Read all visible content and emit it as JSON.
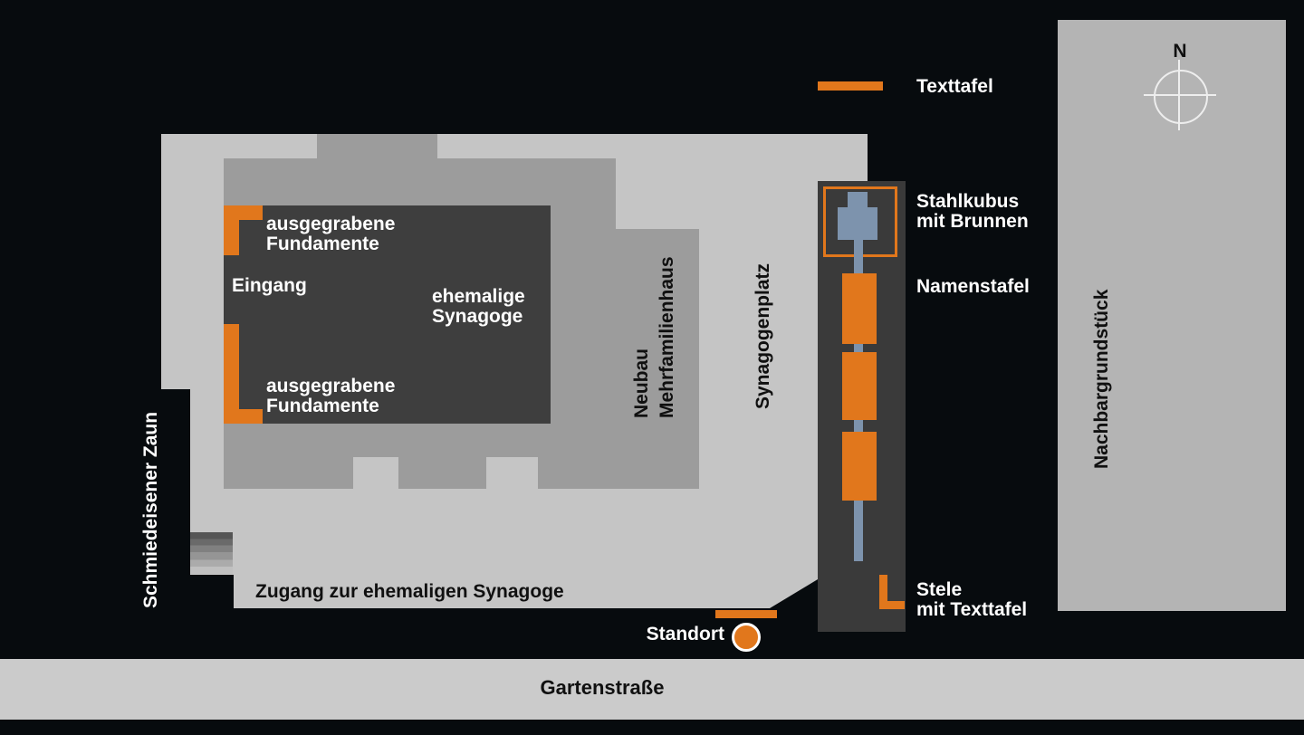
{
  "colors": {
    "background": "#070b0e",
    "plot_gray": "#c5c5c5",
    "building_gray": "#9c9c9c",
    "dark_gray": "#3e3e3e",
    "accent_orange": "#e1771c",
    "steel_blue": "#7d93ad"
  },
  "legend": {
    "texttafel": "Texttafel"
  },
  "compass": {
    "north": "N"
  },
  "plot": {
    "fundamente_top": "ausgegrabene\nFundamente",
    "eingang": "Eingang",
    "synagoge": "ehemalige\nSynagoge",
    "fundamente_bottom": "ausgegrabene\nFundamente",
    "zugang": "Zugang zur ehemaligen Synagoge",
    "zaun": "Schmiedeisener Zaun",
    "neubau_line1": "Neubau",
    "neubau_line2": "Mehrfamilienhaus",
    "synagogenplatz": "Synagogenplatz"
  },
  "memorial": {
    "stahlkubus": "Stahlkubus\nmit Brunnen",
    "namenstafel": "Namenstafel",
    "stele": "Stele\nmit Texttafel"
  },
  "standort": "Standort",
  "neighbor": {
    "label": "Nachbargrundstück"
  },
  "street": {
    "label": "Gartenstraße"
  }
}
